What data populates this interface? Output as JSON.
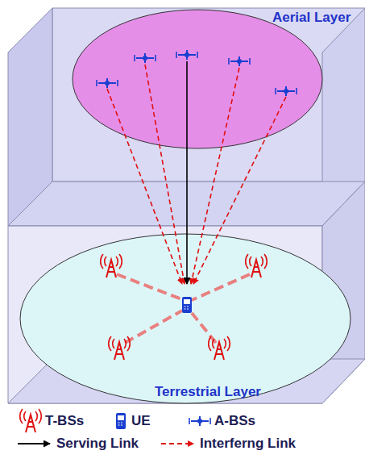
{
  "diagram": {
    "nodes": [
      {
        "text": [
          "Aerial Layer"
        ]
      },
      {
        "text": [
          "Terrestrial Layer"
        ]
      }
    ],
    "legend": [
      {
        "text": "T-BSs"
      },
      {
        "text": "UE"
      },
      {
        "text": "A-BSs"
      },
      {
        "text": "Serving Link"
      },
      {
        "text": "Interferng Link"
      }
    ]
  }
}
